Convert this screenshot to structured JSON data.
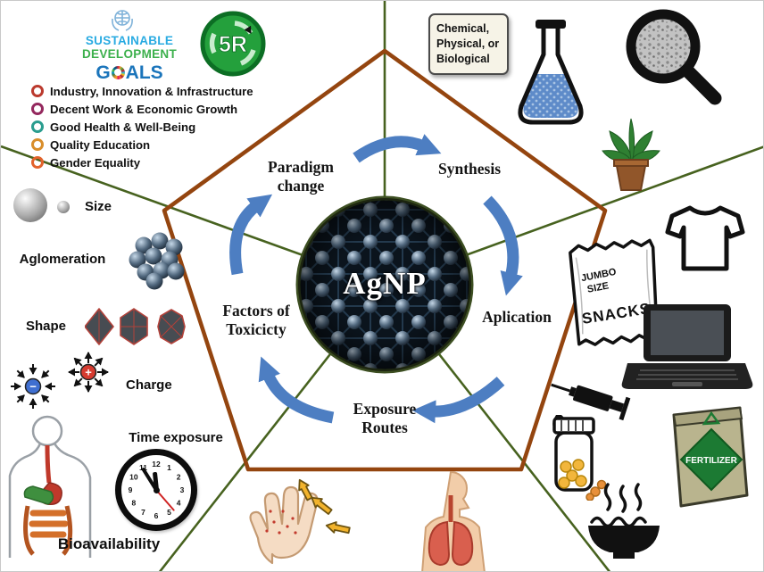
{
  "center": {
    "label": "AgNP"
  },
  "stages": {
    "paradigm": "Paradigm change",
    "synthesis": "Synthesis",
    "application": "Aplication",
    "exposure": "Exposure Routes",
    "factors": "Factors of Toxicicty"
  },
  "sdg": {
    "title_line1": "SUSTAINABLE",
    "title_line2": "DEVELOPMENT",
    "goals_pre": "G",
    "goals_post": "ALS",
    "recycle_label": "5R",
    "goals": [
      {
        "label": "Industry, Innovation & Infrastructure",
        "color": "#bb3a2e"
      },
      {
        "label": "Decent Work & Economic Growth",
        "color": "#94285e"
      },
      {
        "label": "Good Health & Well-Being",
        "color": "#2a9d8f"
      },
      {
        "label": "Quality Education",
        "color": "#d98e2b"
      },
      {
        "label": "Gender Equality",
        "color": "#e2632c"
      }
    ]
  },
  "factors_panel": {
    "size": "Size",
    "agglomeration": "Aglomeration",
    "shape": "Shape",
    "charge": "Charge",
    "charge_negative": "−",
    "charge_positive": "+",
    "time_exposure": "Time exposure",
    "bioavailability": "Bioavailability"
  },
  "clock": {
    "numbers": [
      "12",
      "1",
      "2",
      "3",
      "4",
      "5",
      "6",
      "7",
      "8",
      "9",
      "10",
      "11"
    ]
  },
  "synthesis_panel": {
    "category_box": "Chemical, Physical, or Biological"
  },
  "application_panel": {
    "snacks_line1": "JUMBO",
    "snacks_line2": "SIZE",
    "snacks_word": "SNACKS",
    "fertilizer": "FERTILIZER"
  },
  "colors": {
    "pentagon": "#94450f",
    "divider": "#47621f",
    "arrow": "#4d7ec2",
    "flask_liquid": "#5e8bc9",
    "pill_yellow": "#f2b63c",
    "fertilizer_green": "#1c7a33"
  }
}
